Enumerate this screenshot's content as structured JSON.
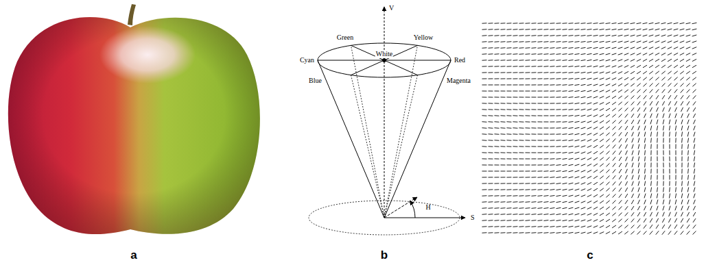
{
  "diagram": {
    "labels": [
      "a",
      "V",
      "Green",
      "Yellow",
      "Cyan",
      "White",
      "Red",
      "Blue",
      "Magenta",
      "H",
      "S",
      "b",
      "c"
    ]
  }
}
